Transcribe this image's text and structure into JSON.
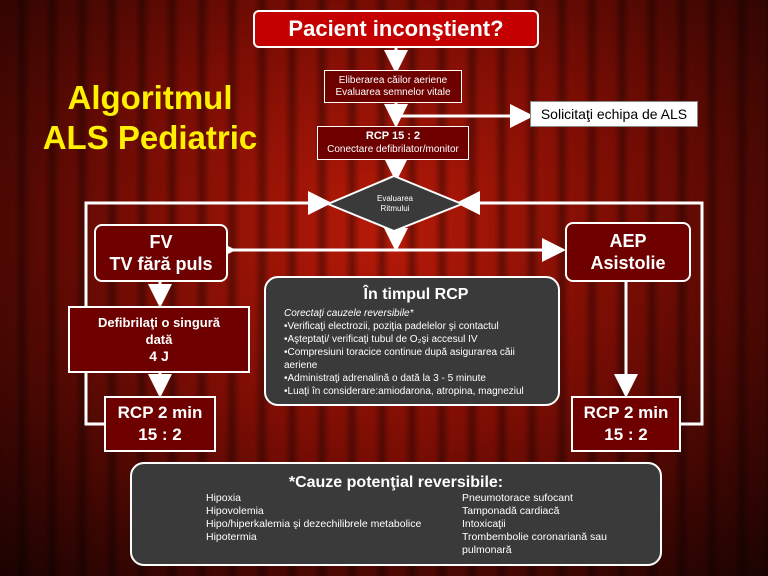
{
  "title": {
    "line1": "Algoritmul",
    "line2": "ALS Pediatric"
  },
  "start": "Pacient inconştient?",
  "airway": {
    "line1": "Eliberarea căilor aeriene",
    "line2": "Evaluarea semnelor vitale"
  },
  "als_team": "Solicitaţi echipa de ALS",
  "rcp_initial": {
    "line1": "RCP 15 : 2",
    "line2": "Conectare defibrilator/monitor"
  },
  "rhythm": {
    "line1": "Evaluarea",
    "line2": "Ritmului"
  },
  "shockable": {
    "line1": "FV",
    "line2": "TV fără puls"
  },
  "nonshockable": {
    "line1": "AEP",
    "line2": "Asistolie"
  },
  "defib": {
    "line1": "Defibrilaţi o singură",
    "line2": "dată",
    "line3": "4 J"
  },
  "rcp_left": {
    "line1": "RCP 2 min",
    "line2": "15 : 2"
  },
  "rcp_right": {
    "line1": "RCP 2 min",
    "line2": "15 : 2"
  },
  "during": {
    "title": "În timpul RCP",
    "subtitle": "Corectaţi cauzele reversibile*",
    "items": [
      "•Verificaţi electrozii, poziţia padelelor şi contactul",
      "•Aşteptaţi/ verificaţi tubul de O₂şi accesul IV",
      "•Compresiuni toracice continue după asigurarea căii aeriene",
      "•Administraţi adrenalină o dată la 3 - 5 minute",
      "•Luaţi în considerare:amiodarona, atropina, magneziul"
    ]
  },
  "causes": {
    "title": "*Cauze potenţial reversibile:",
    "left": [
      "Hipoxia",
      "Hipovolemia",
      "Hipo/hiperkalemia şi dezechilibrele metabolice",
      "Hipotermia"
    ],
    "right": [
      "Pneumotorace sufocant",
      "Tamponadă cardiacă",
      "Intoxicaţii",
      "Trombembolie coronariană sau pulmonară"
    ]
  }
}
